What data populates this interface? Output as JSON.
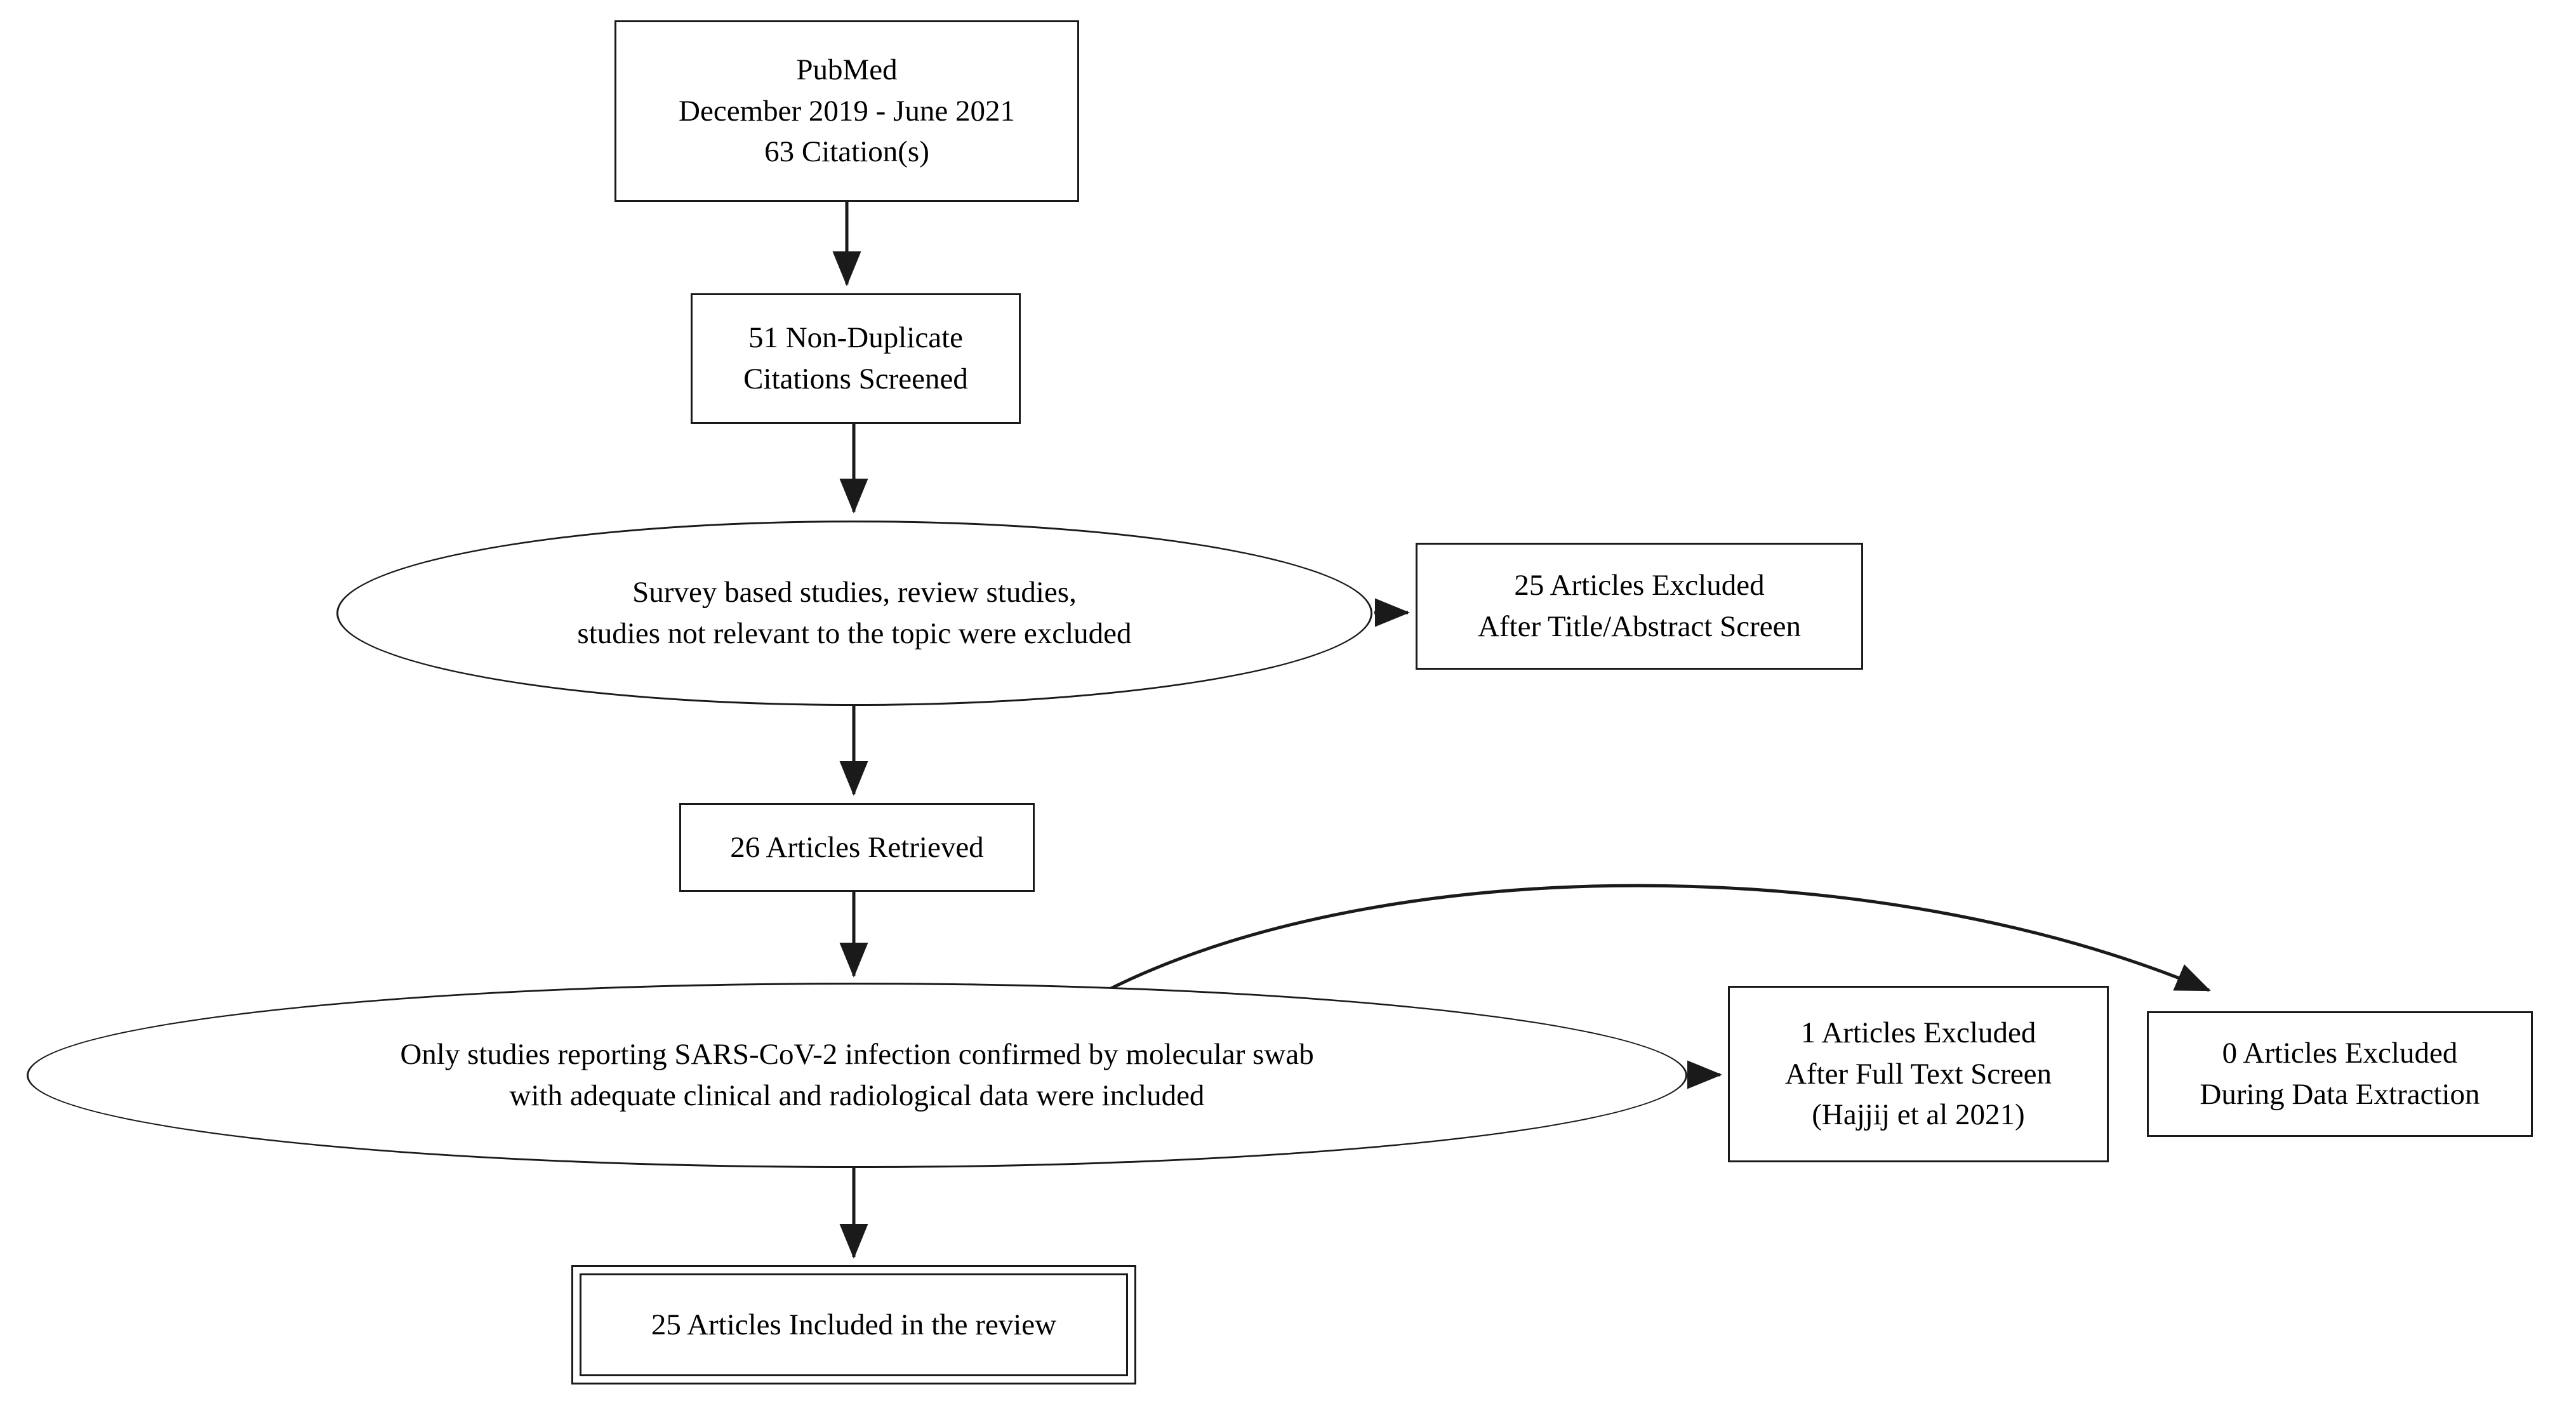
{
  "diagram": {
    "type": "prisma-flow-diagram",
    "title": "PubMed literature search and screening flow",
    "colors": {
      "stroke": "#1a1a1a",
      "fill": "#ffffff",
      "text": "#000000"
    },
    "nodes": [
      {
        "id": "source",
        "shape": "rectangle",
        "lines": [
          "PubMed",
          "December 2019 - June 2021",
          "63 Citation(s)"
        ]
      },
      {
        "id": "screened",
        "shape": "rectangle",
        "lines": [
          "51 Non-Duplicate",
          "Citations Screened"
        ]
      },
      {
        "id": "exclusion-criteria",
        "shape": "ellipse",
        "lines": [
          "Survey based studies, review studies,",
          "studies not relevant to the topic were excluded"
        ]
      },
      {
        "id": "excluded-title-abstract",
        "shape": "rectangle",
        "lines": [
          "25 Articles Excluded",
          "After Title/Abstract Screen"
        ]
      },
      {
        "id": "retrieved",
        "shape": "rectangle",
        "lines": [
          "26 Articles Retrieved"
        ]
      },
      {
        "id": "inclusion-criteria",
        "shape": "ellipse",
        "lines": [
          "Only studies reporting SARS-CoV-2 infection confirmed by molecular swab",
          "with adequate clinical and radiological data were included"
        ]
      },
      {
        "id": "excluded-full-text",
        "shape": "rectangle",
        "lines": [
          "1 Articles Excluded",
          "After Full Text Screen",
          "(Hajjij et al 2021)"
        ]
      },
      {
        "id": "excluded-data-extraction",
        "shape": "rectangle",
        "lines": [
          "0 Articles Excluded",
          "During Data Extraction"
        ]
      },
      {
        "id": "included",
        "shape": "rectangle-double",
        "lines": [
          "25 Articles Included in the review"
        ]
      }
    ],
    "edges": [
      {
        "from": "source",
        "to": "screened",
        "style": "straight-arrow",
        "direction": "down"
      },
      {
        "from": "screened",
        "to": "exclusion-criteria",
        "style": "straight-arrow",
        "direction": "down"
      },
      {
        "from": "exclusion-criteria",
        "to": "excluded-title-abstract",
        "style": "straight-arrow",
        "direction": "right"
      },
      {
        "from": "exclusion-criteria",
        "to": "retrieved",
        "style": "straight-arrow",
        "direction": "down"
      },
      {
        "from": "retrieved",
        "to": "inclusion-criteria",
        "style": "straight-arrow",
        "direction": "down"
      },
      {
        "from": "inclusion-criteria",
        "to": "excluded-full-text",
        "style": "straight-arrow",
        "direction": "right"
      },
      {
        "from": "inclusion-criteria",
        "to": "excluded-data-extraction",
        "style": "curved-arrow",
        "direction": "right"
      },
      {
        "from": "inclusion-criteria",
        "to": "included",
        "style": "straight-arrow",
        "direction": "down"
      }
    ]
  }
}
